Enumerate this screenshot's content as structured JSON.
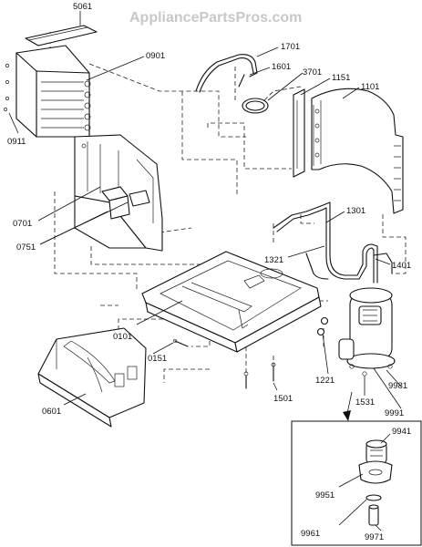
{
  "watermark": "AppliancePartsPros.com",
  "parts": {
    "p5061": "5061",
    "p0901": "0901",
    "p0911": "0911",
    "p1701": "1701",
    "p1601": "1601",
    "p3701": "3701",
    "p1151": "1151",
    "p1101": "1101",
    "p0701": "0701",
    "p0751": "0751",
    "p1301": "1301",
    "p1321": "1321",
    "p1401": "1401",
    "p0101": "0101",
    "p0151": "0151",
    "p1221": "1221",
    "p9981": "9981",
    "p1531": "1531",
    "p9991": "9991",
    "p1501": "1501",
    "p0601": "0601",
    "p9941": "9941",
    "p9951": "9951",
    "p9961": "9961",
    "p9971": "9971"
  }
}
